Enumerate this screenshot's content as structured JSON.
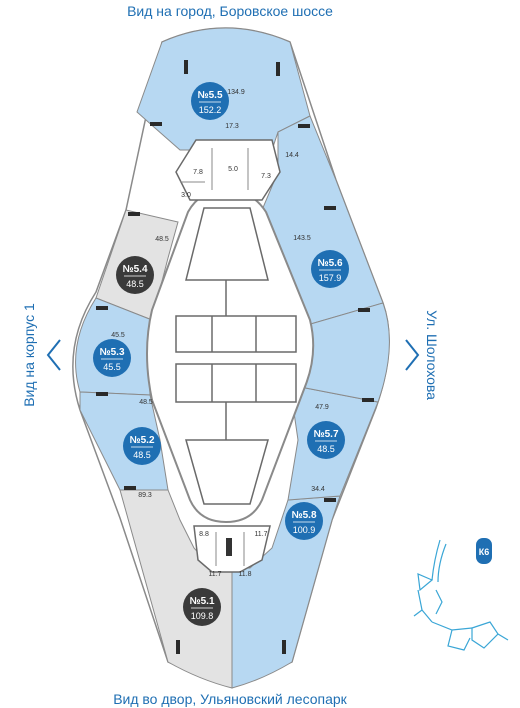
{
  "views": {
    "top": "Вид на город, Боровское шоссе",
    "bottom": "Вид во двор, Ульяновский лесопарк",
    "left": "Вид на корпус 1",
    "right": "Ул. Шолохова"
  },
  "colors": {
    "sold": "#e3e3e3",
    "available": "#b7d8f2",
    "accent": "#1f6fb3",
    "badge_available": "#1f6fb3",
    "badge_sold": "#3a3a3a"
  },
  "units": [
    {
      "no": "№5.5",
      "area": "152.2",
      "status": "available"
    },
    {
      "no": "№5.6",
      "area": "157.9",
      "status": "available"
    },
    {
      "no": "№5.4",
      "area": "48.5",
      "status": "sold"
    },
    {
      "no": "№5.3",
      "area": "45.5",
      "status": "available"
    },
    {
      "no": "№5.2",
      "area": "48.5",
      "status": "available"
    },
    {
      "no": "№5.7",
      "area": "48.5",
      "status": "available"
    },
    {
      "no": "№5.8",
      "area": "100.9",
      "status": "available"
    },
    {
      "no": "№5.1",
      "area": "109.8",
      "status": "sold"
    }
  ],
  "room_areas": {
    "r1349": "134.9",
    "r173": "17.3",
    "r144": "14.4",
    "r78": "7.8",
    "r50": "5.0",
    "r73": "7.3",
    "r30": "3.0",
    "r1435": "143.5",
    "r485a": "48.5",
    "r455": "45.5",
    "r485b": "48.5",
    "r479": "47.9",
    "r344": "34.4",
    "r893": "89.3",
    "r88": "8.8",
    "r117a": "11.7",
    "r117b": "11.7",
    "r118": "11.8"
  },
  "key_plan_label": "К6"
}
